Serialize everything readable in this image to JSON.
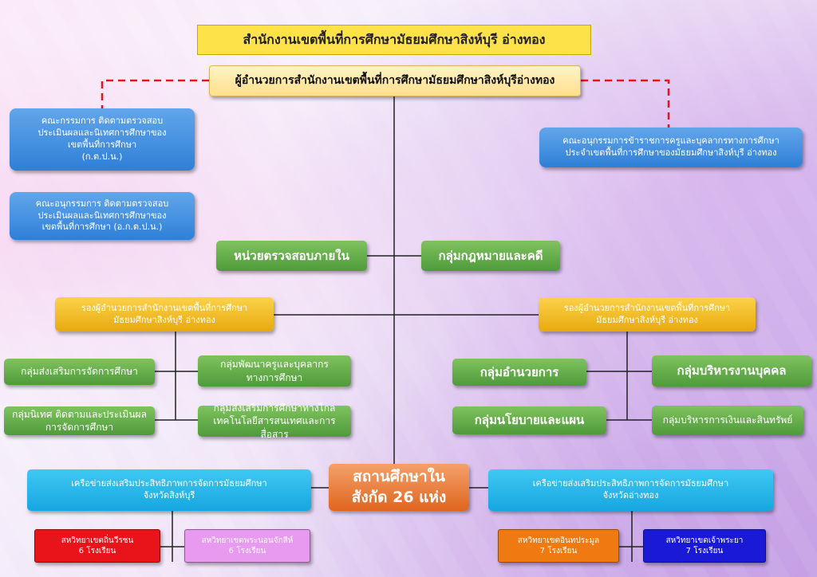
{
  "title": "สำนักงานเขตพื้นที่การศึกษามัธยมศึกษาสิงห์บุรี อ่างทอง",
  "director": "ผู้อำนวยการสำนักงานเขตพื้นที่การศึกษามัธยมศึกษาสิงห์บุรีอ่างทอง",
  "committees": {
    "main": "คณะกรรมการ ติดตามตรวจสอบ\nประเมินผลและนิเทศการศึกษาของ\nเขตพื้นที่การศึกษา\n(ก.ต.ป.น.)",
    "sub": "คณะอนุกรรมการ ติดตามตรวจสอบ\nประเมินผลและนิเทศการศึกษาของ\nเขตพื้นที่การศึกษา (อ.ก.ต.ป.น.)",
    "personnel": "คณะอนุกรรมการข้าราชการครูและบุคลากรทางการศึกษา\nประจำเขตพื้นที่การศึกษาของมัธยมศึกษาสิงห์บุรี อ่างทอง"
  },
  "units": {
    "audit": "หน่วยตรวจสอบภายใน",
    "legal": "กลุ่มกฎหมายและคดี"
  },
  "deputies": {
    "left": "รองผู้อำนวยการสำนักงานเขตพื้นที่การศึกษา\nมัธยมศึกษาสิงห์บุรี อ่างทอง",
    "right": "รองผู้อำนวยการสำนักงานเขตพื้นที่การศึกษา\nมัธยมศึกษาสิงห์บุรี อ่างทอง"
  },
  "groups_left": {
    "promote": "กลุ่มส่งเสริมการจัดการศึกษา",
    "supervise": "กลุ่มนิเทศ ติดตามและประเมินผล\nการจัดการศึกษา",
    "teacher_dev": "กลุ่มพัฒนาครูและบุคลากร\nทางการศึกษา",
    "ict": "กลุ่มส่งเสริมการศึกษาทางไกล\nเทคโนโลยีสารสนเทศและการสื่อสาร"
  },
  "groups_right": {
    "admin": "กลุ่มอำนวยการ",
    "policy": "กลุ่มนโยบายและแผน",
    "hr": "กลุ่มบริหารงานบุคคล",
    "finance": "กลุ่มบริหารการเงินและสินทรัพย์"
  },
  "schools": "สถานศึกษาใน\nสังกัด 26 แห่ง",
  "networks": {
    "left": "เครือข่ายส่งเสริมประสิทธิภาพการจัดการมัธยมศึกษา\nจังหวัดสิงห์บุรี",
    "right": "เครือข่ายส่งเสริมประสิทธิภาพการจัดการมัธยมศึกษา\nจังหวัดอ่างทอง"
  },
  "clusters": {
    "c1": "สหวิทยาเขตถิ่นวีรชน\n6 โรงเรียน",
    "c2": "สหวิทยาเขตพระนอนจักสีห์\n6 โรงเรียน",
    "c3": "สหวิทยาเขตอินทประมูล\n7 โรงเรียน",
    "c4": "สหวิทยาเขตเจ้าพระยา\n7 โรงเรียน"
  },
  "colors": {
    "title": "#fde24a",
    "blue": "#2f7fd8",
    "green": "#4f9a3b",
    "orange": "#e8a90e",
    "school": "#e0661f",
    "cyan": "#16a6e1",
    "red": "#e8141a",
    "pink": "#e79af0",
    "orange2": "#f07a12",
    "navy": "#1a1ad6",
    "dashed_line": "#e8141a"
  }
}
